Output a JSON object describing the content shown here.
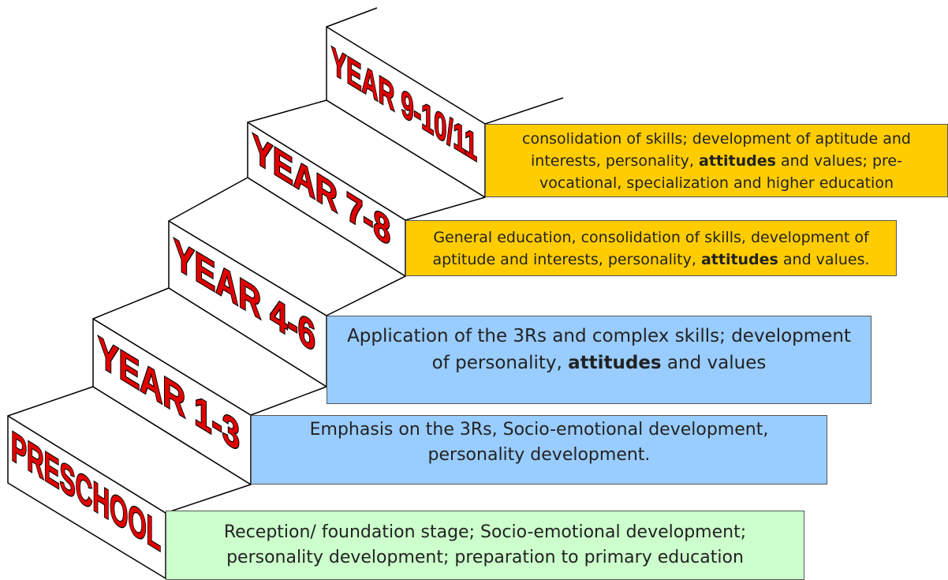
{
  "colors": {
    "stage_label_fill": "#e00000",
    "stage_label_stroke": "#000000",
    "preschool_box": "#ccffcc",
    "primary_box": "#99ccff",
    "secondary_box": "#ffcc00"
  },
  "stages": [
    {
      "label": "PRESCHOOL",
      "description": {
        "line1": "Reception/ foundation stage; Socio-emotional development;",
        "line2": "personality development; preparation to primary education"
      }
    },
    {
      "label": "YEAR 1-3",
      "description": {
        "line1": "Emphasis on the 3Rs, Socio-emotional development,",
        "line2": "personality development."
      }
    },
    {
      "label": "YEAR 4-6",
      "description": {
        "line1": "Application of the 3Rs and complex skills; development",
        "line2_pre": "of personality, ",
        "line2_bold": "attitudes",
        "line2_post": " and values"
      }
    },
    {
      "label": "YEAR 7-8",
      "description": {
        "line1": "General education, consolidation of skills, development of",
        "line2_pre": "aptitude and interests, personality, ",
        "line2_bold": "attitudes",
        "line2_post": " and values."
      }
    },
    {
      "label": "YEAR 9-10/11",
      "description": {
        "line1": "consolidation of skills; development of aptitude and",
        "line2_pre": "interests, personality, ",
        "line2_bold": "attitudes",
        "line2_post": " and values; pre-",
        "line3": "vocational, specialization and higher education"
      }
    }
  ]
}
